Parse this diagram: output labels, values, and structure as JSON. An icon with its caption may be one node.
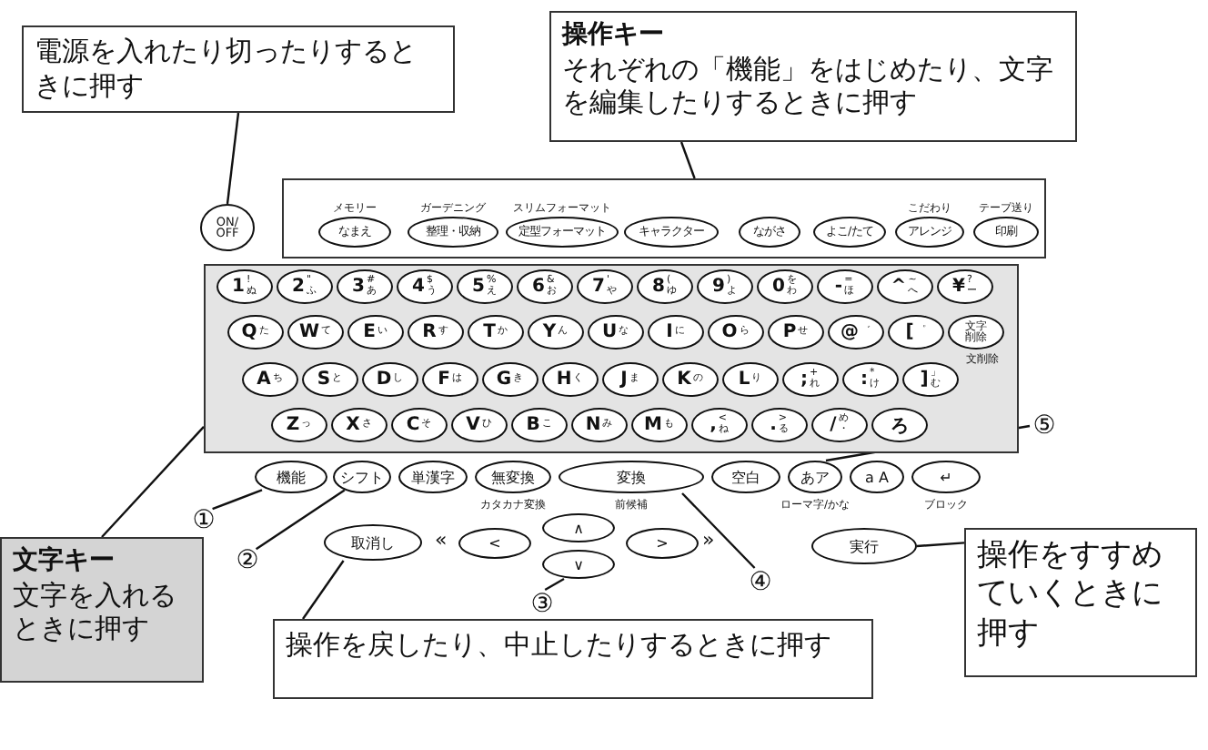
{
  "diagram": {
    "nodes": [
      {
        "text": [
          "電源を入れたり切ったりするときに押す"
        ]
      },
      {
        "text": [
          "操作キー",
          "それぞれの「機能」をはじめたり、文字を編集したりするときに押す"
        ]
      },
      {
        "text": [
          "ON/ OFF"
        ]
      },
      {
        "text": [],
        "shape": "box"
      },
      {
        "text": [
          "なまえ"
        ],
        "in": 3,
        "beside": [
          "メモリー"
        ]
      },
      {
        "text": [
          "整理・収納"
        ],
        "in": 3,
        "beside": [
          "ガーデニング"
        ]
      },
      {
        "text": [
          "定型フォーマット"
        ],
        "in": 3,
        "beside": [
          "スリムフォーマット"
        ]
      },
      {
        "text": [
          "キャラクター"
        ],
        "in": 3
      },
      {
        "text": [
          "ながさ"
        ],
        "in": 3
      },
      {
        "text": [
          "よこ/たて"
        ],
        "in": 3
      },
      {
        "text": [
          "アレンジ"
        ],
        "in": 3,
        "beside": [
          "こだわり"
        ]
      },
      {
        "text": [
          "印刷"
        ],
        "in": 3,
        "beside": [
          "テープ送り"
        ]
      },
      {
        "text": [],
        "shape": "box"
      },
      {
        "text": [
          "1",
          "!",
          "ぬ"
        ],
        "in": 12
      },
      {
        "text": [
          "2",
          "\"",
          "ふ"
        ],
        "in": 12
      },
      {
        "text": [
          "3",
          "#",
          "あ"
        ],
        "in": 12
      },
      {
        "text": [
          "4",
          "$",
          "う"
        ],
        "in": 12
      },
      {
        "text": [
          "5",
          "%",
          "え"
        ],
        "in": 12
      },
      {
        "text": [
          "6",
          "&",
          "お"
        ],
        "in": 12
      },
      {
        "text": [
          "7",
          "'",
          "や"
        ],
        "in": 12
      },
      {
        "text": [
          "8",
          "(",
          "ゆ"
        ],
        "in": 12
      },
      {
        "text": [
          "9",
          ")",
          "よ"
        ],
        "in": 12
      },
      {
        "text": [
          "0",
          "を",
          "わ"
        ],
        "in": 12
      },
      {
        "text": [
          "-",
          "=",
          "ほ"
        ],
        "in": 12
      },
      {
        "text": [
          "^",
          "~",
          "へ"
        ],
        "in": 12
      },
      {
        "text": [
          "¥",
          "?",
          "ー"
        ],
        "in": 12
      },
      {
        "text": [
          "Q",
          "た"
        ],
        "in": 12
      },
      {
        "text": [
          "W",
          "て"
        ],
        "in": 12
      },
      {
        "text": [
          "E",
          "い"
        ],
        "in": 12
      },
      {
        "text": [
          "R",
          "す"
        ],
        "in": 12
      },
      {
        "text": [
          "T",
          "か"
        ],
        "in": 12
      },
      {
        "text": [
          "Y",
          "ん"
        ],
        "in": 12
      },
      {
        "text": [
          "U",
          "な"
        ],
        "in": 12
      },
      {
        "text": [
          "I",
          "に"
        ],
        "in": 12
      },
      {
        "text": [
          "O",
          "ら"
        ],
        "in": 12
      },
      {
        "text": [
          "P",
          "せ"
        ],
        "in": 12
      },
      {
        "text": [
          "@",
          "゛"
        ],
        "in": 12
      },
      {
        "text": [
          "[",
          "゜"
        ],
        "in": 12
      },
      {
        "text": [
          "文字削除"
        ],
        "in": 12,
        "beside": [
          "文削除"
        ]
      },
      {
        "text": [
          "A",
          "ち"
        ],
        "in": 12
      },
      {
        "text": [
          "S",
          "と"
        ],
        "in": 12
      },
      {
        "text": [
          "D",
          "し"
        ],
        "in": 12
      },
      {
        "text": [
          "F",
          "は"
        ],
        "in": 12
      },
      {
        "text": [
          "G",
          "き"
        ],
        "in": 12
      },
      {
        "text": [
          "H",
          "く"
        ],
        "in": 12
      },
      {
        "text": [
          "J",
          "ま"
        ],
        "in": 12
      },
      {
        "text": [
          "K",
          "の"
        ],
        "in": 12
      },
      {
        "text": [
          "L",
          "り"
        ],
        "in": 12
      },
      {
        "text": [
          ";",
          "+",
          "れ"
        ],
        "in": 12
      },
      {
        "text": [
          ":",
          "*",
          "け"
        ],
        "in": 12
      },
      {
        "text": [
          "]",
          "」",
          "む"
        ],
        "in": 12
      },
      {
        "text": [
          "Z",
          "っ"
        ],
        "in": 12
      },
      {
        "text": [
          "X",
          "さ"
        ],
        "in": 12
      },
      {
        "text": [
          "C",
          "そ"
        ],
        "in": 12
      },
      {
        "text": [
          "V",
          "ひ"
        ],
        "in": 12
      },
      {
        "text": [
          "B",
          "こ"
        ],
        "in": 12
      },
      {
        "text": [
          "N",
          "み"
        ],
        "in": 12
      },
      {
        "text": [
          "M",
          "も"
        ],
        "in": 12
      },
      {
        "text": [
          ",",
          "<",
          "ね"
        ],
        "in": 12
      },
      {
        "text": [
          ".",
          ">",
          "る"
        ],
        "in": 12
      },
      {
        "text": [
          "/",
          "め",
          "・"
        ],
        "in": 12
      },
      {
        "text": [
          "ろ"
        ],
        "in": 12
      },
      {
        "text": [
          "機能"
        ]
      },
      {
        "text": [
          "シフト"
        ]
      },
      {
        "text": [
          "単漢字"
        ]
      },
      {
        "text": [
          "無変換"
        ],
        "beside": [
          "カタカナ変換"
        ]
      },
      {
        "text": [
          "変換"
        ],
        "beside": [
          "前候補"
        ]
      },
      {
        "text": [
          "空白"
        ]
      },
      {
        "text": [
          "あア"
        ],
        "beside": [
          "ローマ字/かな"
        ]
      },
      {
        "text": [
          "a A"
        ]
      },
      {
        "text": [
          "↵"
        ],
        "beside": [
          "ブロック"
        ]
      },
      {
        "text": [
          "取消し"
        ]
      },
      {
        "text": [
          "<"
        ],
        "beside": [
          "«"
        ]
      },
      {
        "text": [
          "∧"
        ]
      },
      {
        "text": [
          ">"
        ],
        "beside": [
          "»"
        ]
      },
      {
        "text": [
          "∨"
        ]
      },
      {
        "text": [
          "実行"
        ]
      },
      {
        "text": [
          "文字キー",
          "文字を入れるときに押す"
        ]
      },
      {
        "text": [
          "①"
        ]
      },
      {
        "text": [
          "②"
        ]
      },
      {
        "text": [
          "③"
        ]
      },
      {
        "text": [
          "④"
        ]
      },
      {
        "text": [
          "⑤"
        ]
      },
      {
        "text": [
          "操作を戻したり、中止したりするときに押す"
        ]
      },
      {
        "text": [
          "操作をすすめていくときに押す"
        ]
      }
    ],
    "edges": [
      {
        "from": 0,
        "to": 2,
        "arrow": "none"
      },
      {
        "from": 1,
        "to": 3,
        "arrow": "none"
      },
      {
        "from": 77,
        "to": 12,
        "arrow": "none"
      },
      {
        "from": 78,
        "to": 62,
        "arrow": "none"
      },
      {
        "from": 79,
        "to": 63,
        "arrow": "none"
      },
      {
        "from": 80,
        "to": 75,
        "arrow": "none"
      },
      {
        "from": 81,
        "to": 66,
        "arrow": "none"
      },
      {
        "from": 82,
        "to": 68,
        "arrow": "none"
      },
      {
        "from": 83,
        "to": 71,
        "arrow": "none"
      },
      {
        "from": 84,
        "to": 76,
        "arrow": "none"
      }
    ]
  }
}
